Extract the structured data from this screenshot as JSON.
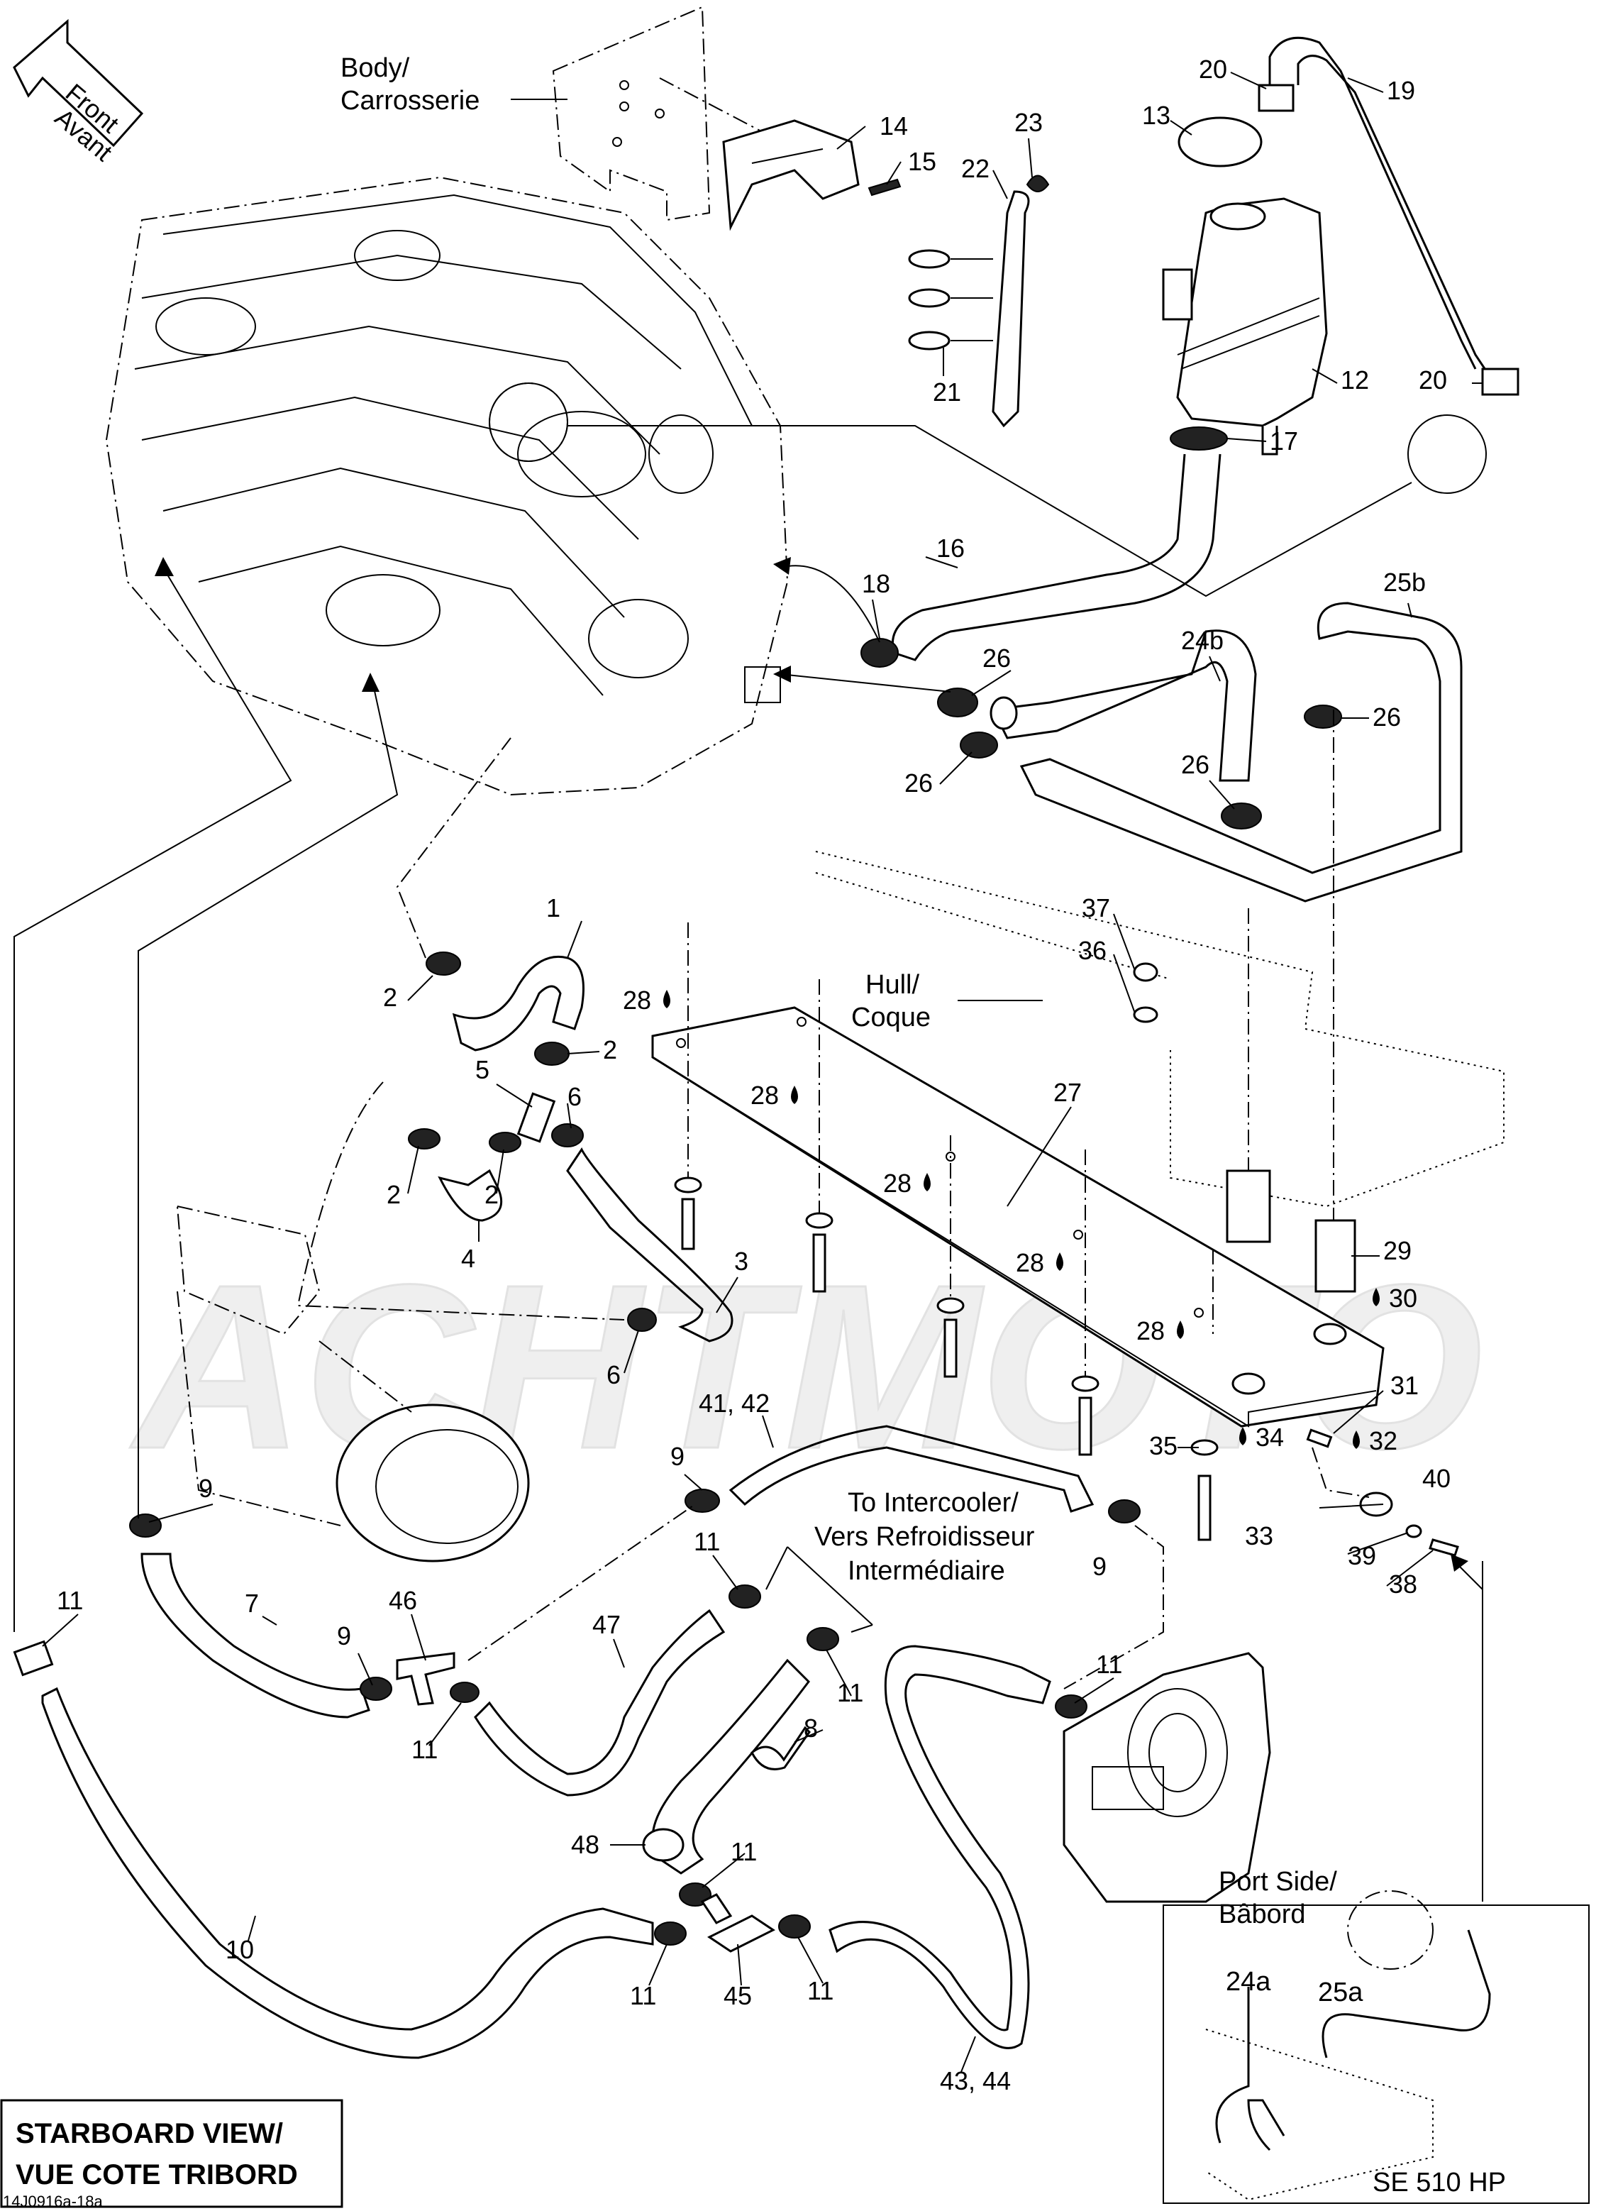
{
  "watermark": "ACHTMOTO",
  "front_arrow": {
    "line1": "Front",
    "line2": "Avant"
  },
  "view_caption": {
    "line1": "STARBOARD VIEW/",
    "line2": "VUE COTE TRIBORD"
  },
  "drawing_code": "14J0916a-18a",
  "inset": {
    "title_line1": "Port Side/",
    "title_line2": "Bâbord",
    "model": "SE 510 HP",
    "labels": {
      "a24": "24a",
      "a25": "25a"
    }
  },
  "callouts": {
    "body_1": "Body/",
    "body_2": "Carrosserie",
    "hull_1": "Hull/",
    "hull_2": "Coque",
    "intercooler_1": "To Intercooler/",
    "intercooler_2": "Vers Refroidisseur",
    "intercooler_3": "Intermédiaire"
  },
  "parts": {
    "p1": "1",
    "p2a": "2",
    "p2b": "2",
    "p2c": "2",
    "p2d": "2",
    "p3": "3",
    "p4": "4",
    "p5": "5",
    "p6a": "6",
    "p6b": "6",
    "p7": "7",
    "p8": "8",
    "p9a": "9",
    "p9b": "9",
    "p9c": "9",
    "p9d": "9",
    "p10": "10",
    "p11a": "11",
    "p11b": "11",
    "p11c": "11",
    "p11d": "11",
    "p11e": "11",
    "p11f": "11",
    "p11g": "11",
    "p11h": "11",
    "p12": "12",
    "p13": "13",
    "p14": "14",
    "p15": "15",
    "p16": "16",
    "p17": "17",
    "p18": "18",
    "p19": "19",
    "p20a": "20",
    "p20b": "20",
    "p21": "21",
    "p22": "22",
    "p23": "23",
    "p24b": "24b",
    "p25b": "25b",
    "p26a": "26",
    "p26b": "26",
    "p26c": "26",
    "p26d": "26",
    "p27": "27",
    "p28a": "28",
    "p28b": "28",
    "p28c": "28",
    "p28d": "28",
    "p28e": "28",
    "p29": "29",
    "p30": "30",
    "p31": "31",
    "p32": "32",
    "p33": "33",
    "p34": "34",
    "p35": "35",
    "p36": "36",
    "p37": "37",
    "p38": "38",
    "p39": "39",
    "p40": "40",
    "p41_42": "41, 42",
    "p43_44": "43, 44",
    "p45": "45",
    "p46": "46",
    "p47": "47",
    "p48": "48"
  }
}
